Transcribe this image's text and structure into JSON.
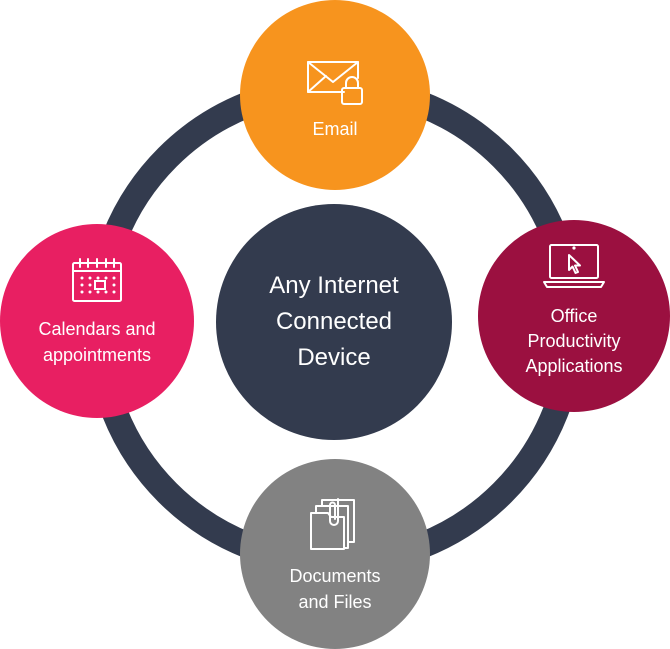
{
  "colors": {
    "ring": "#333b4e",
    "center": "#333b4e",
    "email": "#f7941e",
    "office": "#9b1040",
    "calendar": "#e81f62",
    "documents": "#828282",
    "text": "#ffffff"
  },
  "center": {
    "lines": [
      "Any Internet",
      "Connected",
      "Device"
    ]
  },
  "nodes": {
    "email": {
      "icon": "envelope-lock-icon",
      "lines": [
        "Email"
      ]
    },
    "office": {
      "icon": "laptop-cursor-icon",
      "lines": [
        "Office",
        "Productivity",
        "Applications"
      ]
    },
    "calendar": {
      "icon": "calendar-icon",
      "lines": [
        "Calendars and",
        "appointments"
      ]
    },
    "documents": {
      "icon": "documents-icon",
      "lines": [
        "Documents",
        "and Files"
      ]
    }
  }
}
